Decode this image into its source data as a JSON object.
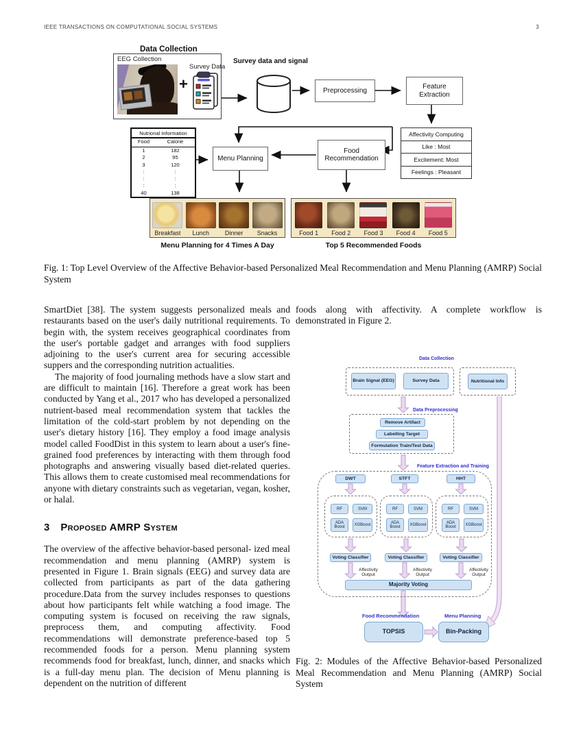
{
  "header": {
    "journal": "IEEE TRANSACTIONS ON COMPUTATIONAL SOCIAL SYSTEMS",
    "page_number": "3"
  },
  "colors": {
    "fig2_box_fill": "#cfe2f4",
    "fig2_section_label": "#3330cc",
    "fig2_arrow_fill": "#e9d8f0",
    "fig1_strip_bg": "#f4e7c3"
  },
  "fig1": {
    "data_collection_label": "Data Collection",
    "eeg_label": "EEG Collection",
    "plus": "+",
    "survey_data_label": "Survey Data",
    "db_label": "Survey data and signal",
    "preprocessing": "Preprocessing",
    "feature_extraction": "Feature Extraction",
    "affectivity": {
      "title": "Affectivity Computing",
      "rows": [
        "Like : Most",
        "Excitement: Most",
        "Feelings : Pleasant"
      ]
    },
    "nutrition_table": {
      "title": "Nutrional Information",
      "col1": "Food",
      "col2": "Calorie",
      "rows": [
        [
          "1",
          "182"
        ],
        [
          "2",
          "95"
        ],
        [
          "3",
          "120"
        ],
        [
          ":",
          ":"
        ],
        [
          ":",
          ":"
        ],
        [
          ":",
          ":"
        ],
        [
          "40",
          "138"
        ]
      ]
    },
    "menu_planning": "Menu Planning",
    "food_recommendation": "Food Recommendation",
    "meals": [
      "Breakfast",
      "Lunch",
      "Dinner",
      "Snacks"
    ],
    "foods": [
      "Food 1",
      "Food 2",
      "Food 3",
      "Food 4",
      "Food 5"
    ],
    "meals_caption": "Menu Planning for 4 Times A Day",
    "foods_caption": "Top 5 Recommended Foods",
    "caption": "Fig. 1: Top Level Overview of the Affective Behavior-based Personalized Meal Recommendation and Menu Planning (AMRP) Social System"
  },
  "body": {
    "left_p1": "SmartDiet [38]. The system suggests personalized meals and restaurants based on the user's daily nutritional requirements. To begin with, the system receives geographical coordinates from the user's portable gadget and arranges with food suppliers adjoining to the user's current area for securing accessible suppers and the corresponding nutrition actualities.",
    "left_p2": "The majority of food journaling methods have a slow start and are difficult to maintain [16]. Therefore a great work has been conducted by Yang et al., 2017 who has developed a personalized nutrient-based meal recommendation system that tackles the limitation of the cold-start problem by not depending on the user's dietary history [16]. They employ a food image analysis model called FoodDist in this system to learn about a user's fine-grained food preferences by interacting with them through food photographs and answering visually based diet-related queries. This allows them to create customised meal recommendations for anyone with dietary constraints such as vegetarian, vegan, kosher, or halal.",
    "section_num": "3",
    "section_title": "Proposed AMRP System",
    "left_p3": "The overview of the affective behavior-based personal- ized meal recommendation and menu planning (AMRP) system is presented in Figure 1. Brain signals (EEG) and survey data are collected from participants as part of the data gathering procedure.Data from the survey includes responses to questions about how participants felt while watching a food image. The computing system is focused on receiving the raw signals, preprocess them, and computing affectivity. Food recommendations will demonstrate preference-based top 5 recommended foods for a person. Menu planning system recommends food for breakfast, lunch, dinner, and snacks which is a full-day menu plan. The decision of Menu planning is dependent on the nutrition of different",
    "right_p1": "foods along with affectivity. A complete workflow is demonstrated in Figure 2."
  },
  "fig2": {
    "sections": {
      "data_collection": "Data Collection",
      "data_preprocessing": "Data Preprocessing",
      "feature_extraction": "Feature Extraction and Training",
      "food_recommendation": "Food Recommendation",
      "menu_planning": "Menu Planning"
    },
    "boxes": {
      "brain_signal": "Brain Signal (EEG)",
      "survey_data": "Survey Data",
      "nutritional_info": "Nutritional Info",
      "remove_artifact": "Remove Artifact",
      "labelling_target": "Labelling Target",
      "formulation": "Formulation Train/Test Data",
      "dwt": "DWT",
      "stft": "STFT",
      "hht": "HHT",
      "rf": "RF",
      "svm": "SVM",
      "ada": "ADA Boost",
      "xgboost": "XGBoost",
      "voting": "Voting Classifier",
      "affectivity_output": "Affectivity Output",
      "majority_voting": "Majority Voting",
      "topsis": "TOPSIS",
      "bin_packing": "Bin-Packing"
    },
    "caption": "Fig. 2: Modules of the Affective Behavior-based Personalized Meal Recommendation and Menu Planning (AMRP) Social System"
  }
}
